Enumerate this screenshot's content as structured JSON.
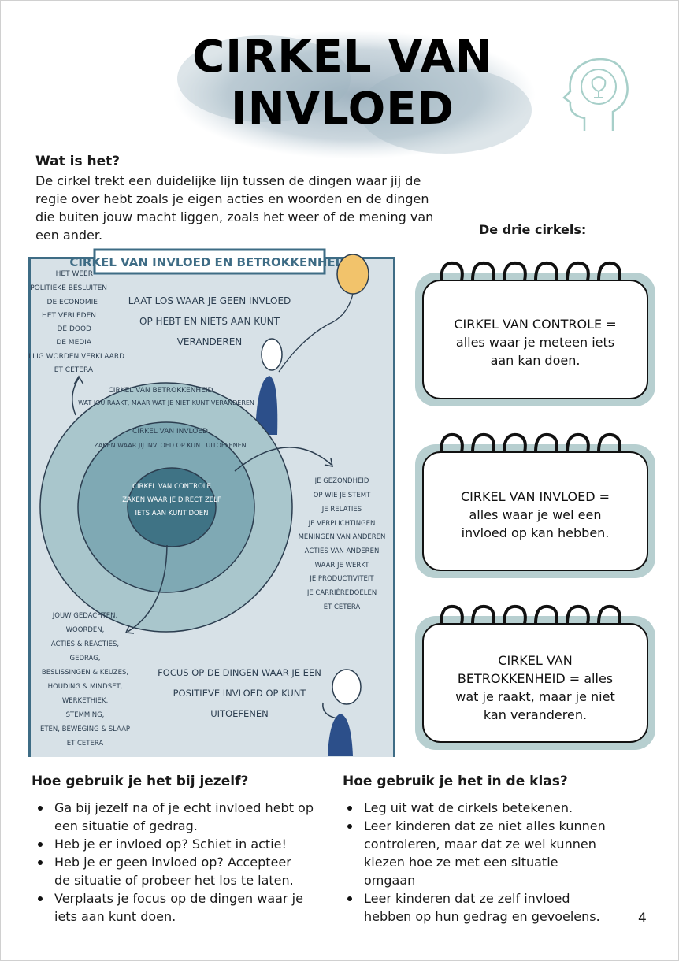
{
  "header": {
    "title_line1": "CIRKEL VAN",
    "title_line2": "INVLOED"
  },
  "intro": {
    "heading": "Wat is het?",
    "lines": [
      "De cirkel trekt een duidelijke lijn tussen de dingen waar jij de",
      "regie over hebt zoals je eigen acties en woorden en de dingen",
      "die buiten jouw macht liggen, zoals het weer of de mening van",
      "een ander."
    ]
  },
  "three_circles": {
    "title": "De drie cirkels:",
    "cards": [
      {
        "lines": [
          "CIRKEL VAN CONTROLE =",
          "alles waar je meteen iets",
          "aan kan doen."
        ]
      },
      {
        "lines": [
          "CIRKEL VAN INVLOED =",
          "alles waar je wel een",
          "invloed op kan hebben."
        ]
      },
      {
        "lines": [
          "CIRKEL VAN",
          "BETROKKENHEID = alles",
          "wat je raakt, maar je niet",
          "kan veranderen."
        ]
      }
    ]
  },
  "poster": {
    "banner": "CIRKEL VAN INVLOED EN BETROKKENHEID",
    "let_go": [
      "LAAT LOS WAAR JE GEEN INVLOED",
      "OP HEBT EN NIETS AAN KUNT",
      "VERANDEREN"
    ],
    "outside_list": [
      "HET WEER",
      "POLITIEKE BESLUITEN",
      "DE ECONOMIE",
      "HET VERLEDEN",
      "DE DOOD",
      "DE MEDIA",
      "BOVENTALLIG WORDEN VERKLAARD",
      "ET CETERA"
    ],
    "concern_title": "CIRKEL VAN BETROKKENHEID",
    "concern_sub": "WAT JOU RAAKT, MAAR WAT JE NIET KUNT VERANDEREN",
    "influence_title": "CIRKEL VAN INVLOED",
    "influence_sub": "ZAKEN WAAR JIJ INVLOED OP KUNT UITOEFENEN",
    "control_lines": [
      "CIRKEL VAN CONTROLE",
      "ZAKEN WAAR JE DIRECT ZELF",
      "IETS AAN KUNT DOEN"
    ],
    "influence_list": [
      "JE GEZONDHEID",
      "OP WIE JE STEMT",
      "JE RELATIES",
      "JE VERPLICHTINGEN",
      "MENINGEN VAN ANDEREN",
      "ACTIES VAN ANDEREN",
      "WAAR JE WERKT",
      "JE PRODUCTIVITEIT",
      "JE CARRIÈREDOELEN",
      "ET CETERA"
    ],
    "control_list": [
      "JOUW GEDACHTEN,",
      "WOORDEN,",
      "ACTIES & REACTIES,",
      "GEDRAG,",
      "BESLISSINGEN & KEUZES,",
      "HOUDING & MINDSET,",
      "WERKETHIEK,",
      "STEMMING,",
      "ETEN, BEWEGING & SLAAP",
      "ET CETERA"
    ],
    "focus": [
      "FOCUS OP DE DINGEN WAAR JE EEN",
      "POSITIEVE INVLOED OP KUNT",
      "UITOEFENEN"
    ]
  },
  "self_section": {
    "heading": "Hoe gebruik je het bij jezelf?",
    "items": [
      [
        "Ga bij jezelf na of je echt invloed hebt op",
        "een situatie of gedrag."
      ],
      [
        "Heb je er invloed op? Schiet in actie!"
      ],
      [
        "Heb je er geen invloed op? Accepteer",
        "de situatie of probeer het los te laten."
      ],
      [
        "Verplaats je focus op de dingen waar je",
        "iets aan kunt doen."
      ]
    ]
  },
  "class_section": {
    "heading": "Hoe gebruik je het in de klas?",
    "items": [
      [
        "Leg uit wat de cirkels betekenen."
      ],
      [
        "Leer kinderen dat ze niet alles kunnen",
        "controleren, maar dat ze wel kunnen",
        "kiezen hoe ze met een situatie",
        "omgaan"
      ],
      [
        "Leer kinderen dat ze zelf invloed",
        "hebben op hun gedrag en gevoelens."
      ]
    ]
  },
  "page_number": "4",
  "colors": {
    "accent_teal": "#b7cfd0",
    "poster_bg": "#d7e1e7",
    "circle_outer": "#a9c6cc",
    "circle_mid": "#7fa9b4",
    "circle_inner": "#3f7385",
    "balloon": "#f2c36b"
  }
}
